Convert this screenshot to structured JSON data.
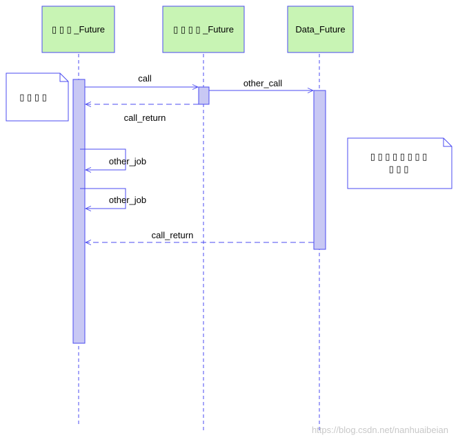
{
  "participants": [
    {
      "id": "p1",
      "label": "▯ ▯ ▯ _Future"
    },
    {
      "id": "p2",
      "label": "▯ ▯ ▯ ▯ _Future"
    },
    {
      "id": "p3",
      "label": "Data_Future"
    }
  ],
  "notes": {
    "left": "▯ ▯ ▯ ▯",
    "right_line1": "▯ ▯ ▯ ▯ ▯ ▯ ▯ ▯",
    "right_line2": "▯ ▯ ▯"
  },
  "messages": {
    "call": "call",
    "other_call": "other_call",
    "call_return_1": "call_return",
    "other_job_1": "other_job",
    "other_job_2": "other_job",
    "call_return_2": "call_return"
  },
  "watermark": "https://blog.csdn.net/nanhuaibeian",
  "colors": {
    "line": "#4a4af0",
    "activation_fill": "#c8c8f4",
    "participant_fill": "#c8f4b4"
  }
}
